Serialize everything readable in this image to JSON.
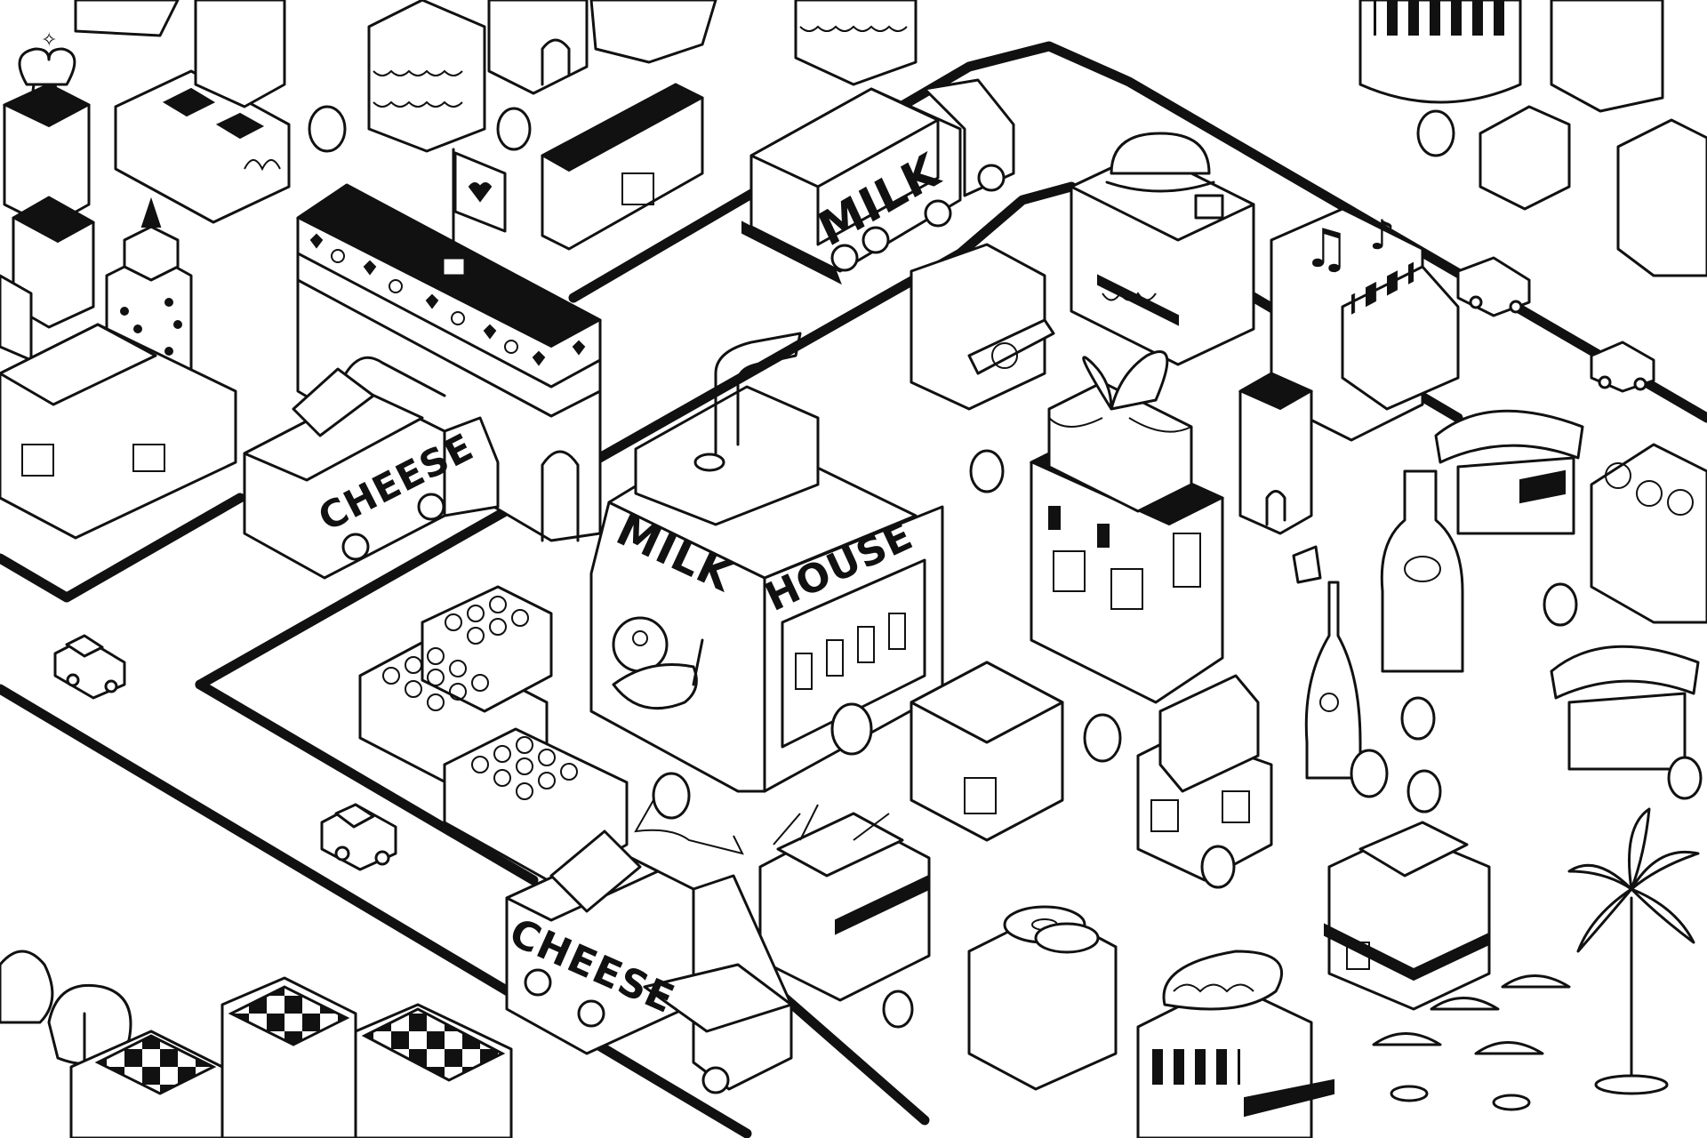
{
  "signs": {
    "milk_truck": "MILK",
    "milk_house_left": "MILK",
    "milk_house_right": "HOUSE",
    "cheese_truck_top": "CHEESE",
    "cheese_truck_bottom": "CHEESE"
  },
  "icons": {
    "music": "music-note-icon",
    "heart": "heart-icon"
  },
  "colors": {
    "ink": "#111111",
    "paper": "#ffffff"
  }
}
